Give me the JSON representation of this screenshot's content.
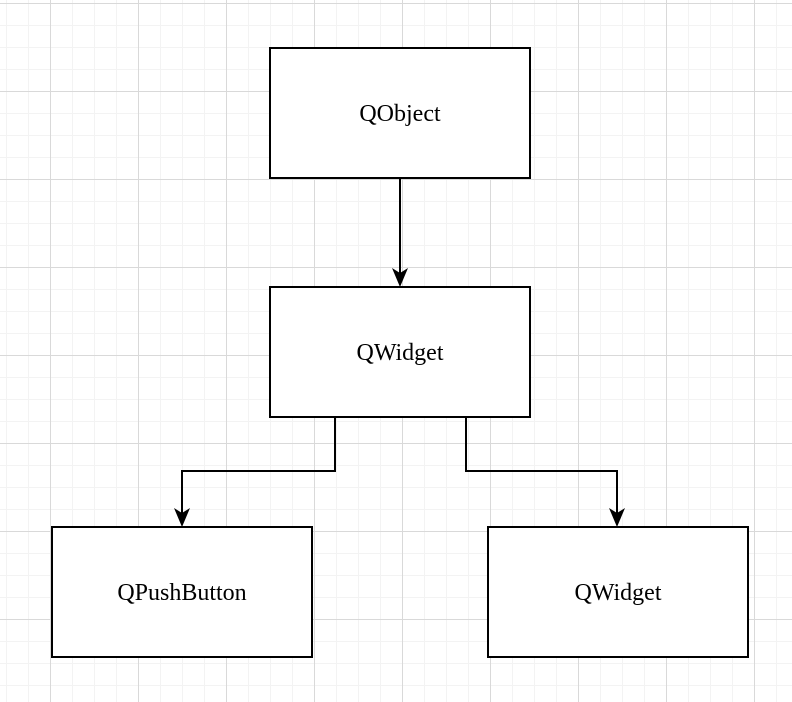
{
  "canvas": {
    "background_color": "#ffffff",
    "grid_minor_color": "#f3f3f3",
    "grid_major_color": "#d9d9d9"
  },
  "diagram": {
    "type": "flowchart-class-hierarchy",
    "nodes": [
      {
        "id": "qobject",
        "label": "QObject",
        "fill": "#ffffff",
        "stroke": "#000000"
      },
      {
        "id": "qwidget",
        "label": "QWidget",
        "fill": "#ffffff",
        "stroke": "#000000"
      },
      {
        "id": "qpushbutton",
        "label": "QPushButton",
        "fill": "#ffffff",
        "stroke": "#000000"
      },
      {
        "id": "qwidget-child",
        "label": "QWidget",
        "fill": "#ffffff",
        "stroke": "#000000"
      }
    ],
    "edges": [
      {
        "from": "QObject",
        "to": "QWidget",
        "style": "solid-arrow"
      },
      {
        "from": "QWidget",
        "to": "QPushButton",
        "style": "solid-arrow"
      },
      {
        "from": "QWidget",
        "to": "QWidget",
        "style": "solid-arrow"
      }
    ]
  }
}
